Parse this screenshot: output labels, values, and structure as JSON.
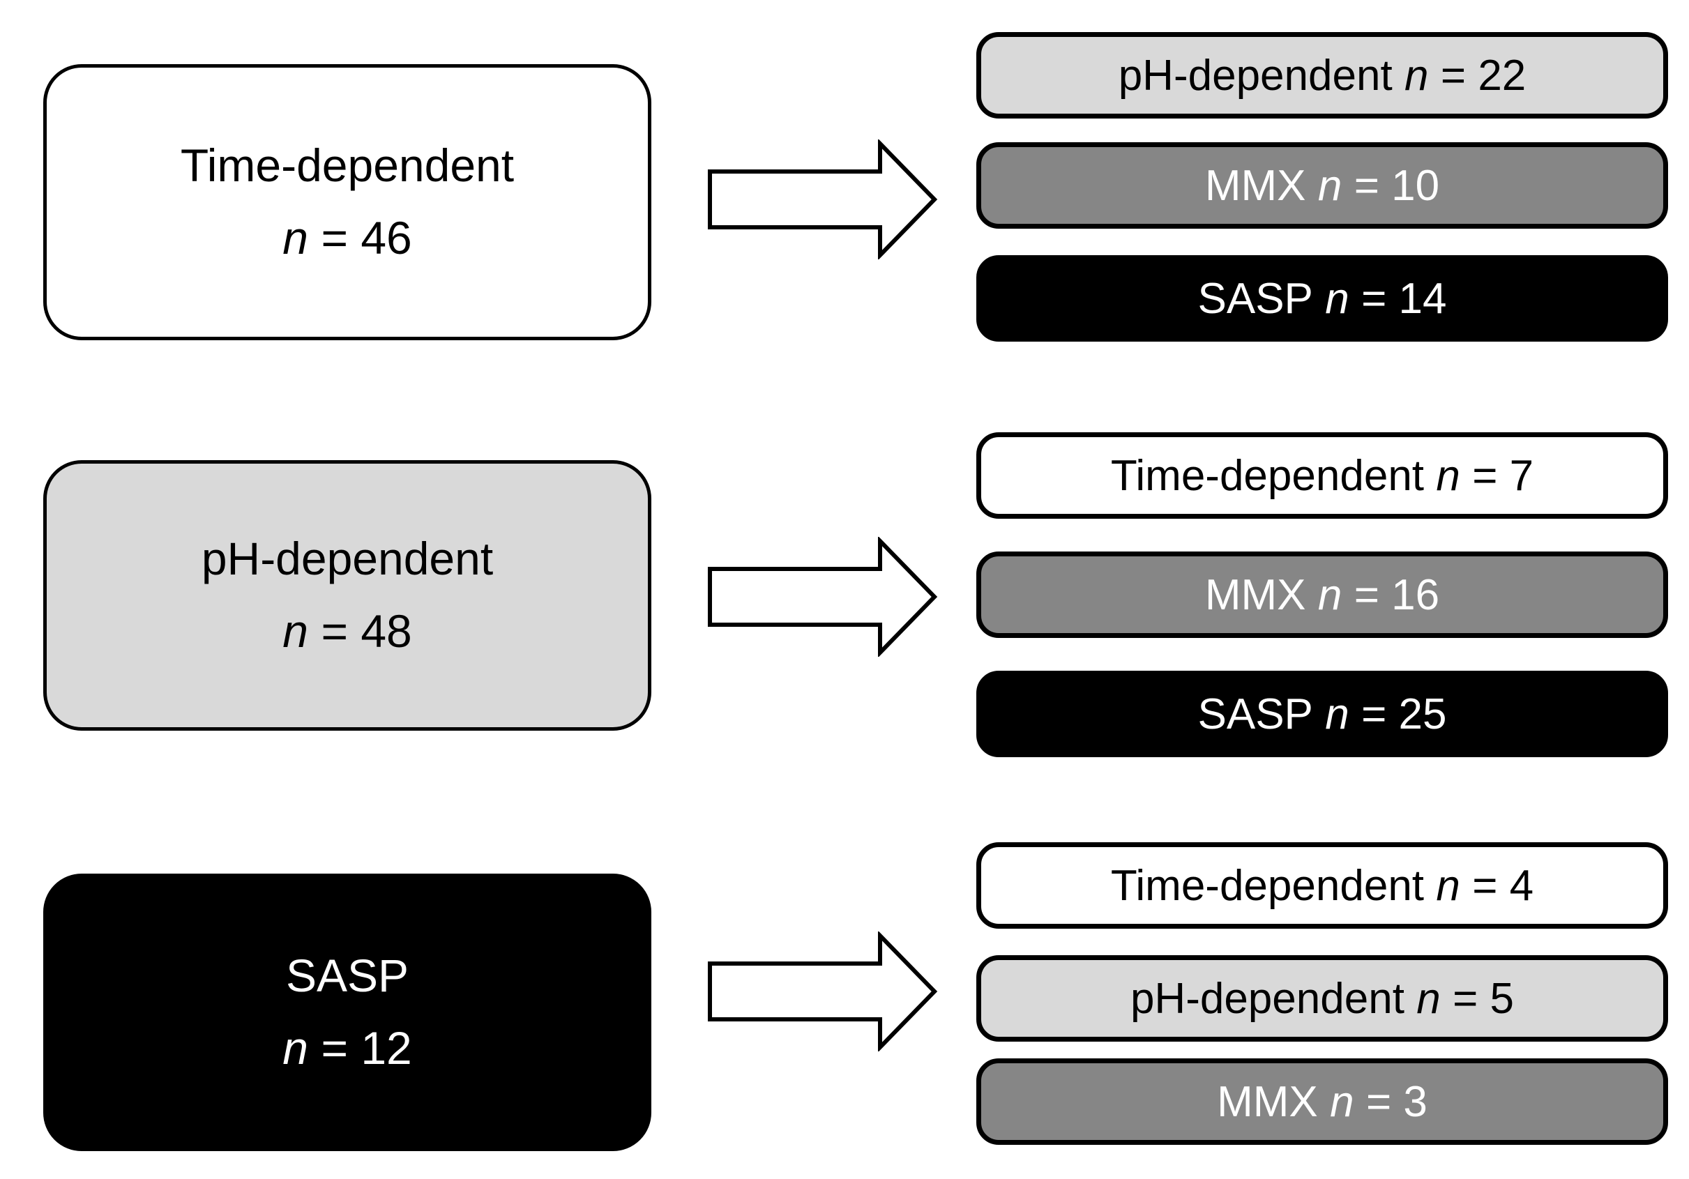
{
  "colors": {
    "background": "#ffffff",
    "border": "#000000",
    "time_dependent_fill": "#ffffff",
    "ph_dependent_fill": "#d9d9d9",
    "mmx_fill": "#868686",
    "sasp_fill": "#000000",
    "arrow_fill": "#ffffff",
    "arrow_stroke": "#000000"
  },
  "n_symbol": "n",
  "groups": [
    {
      "source": {
        "label": "Time-dependent",
        "count": "= 46"
      },
      "targets": [
        {
          "label": "pH-dependent",
          "count": "= 22"
        },
        {
          "label": "MMX",
          "count": "= 10"
        },
        {
          "label": "SASP",
          "count": "= 14"
        }
      ]
    },
    {
      "source": {
        "label": "pH-dependent",
        "count": "= 48"
      },
      "targets": [
        {
          "label": "Time-dependent",
          "count": "= 7"
        },
        {
          "label": "MMX",
          "count": "= 16"
        },
        {
          "label": "SASP",
          "count": "= 25"
        }
      ]
    },
    {
      "source": {
        "label": "SASP",
        "count": "= 12"
      },
      "targets": [
        {
          "label": "Time-dependent",
          "count": "= 4"
        },
        {
          "label": "pH-dependent",
          "count": "= 5"
        },
        {
          "label": "MMX",
          "count": "= 3"
        }
      ]
    }
  ]
}
